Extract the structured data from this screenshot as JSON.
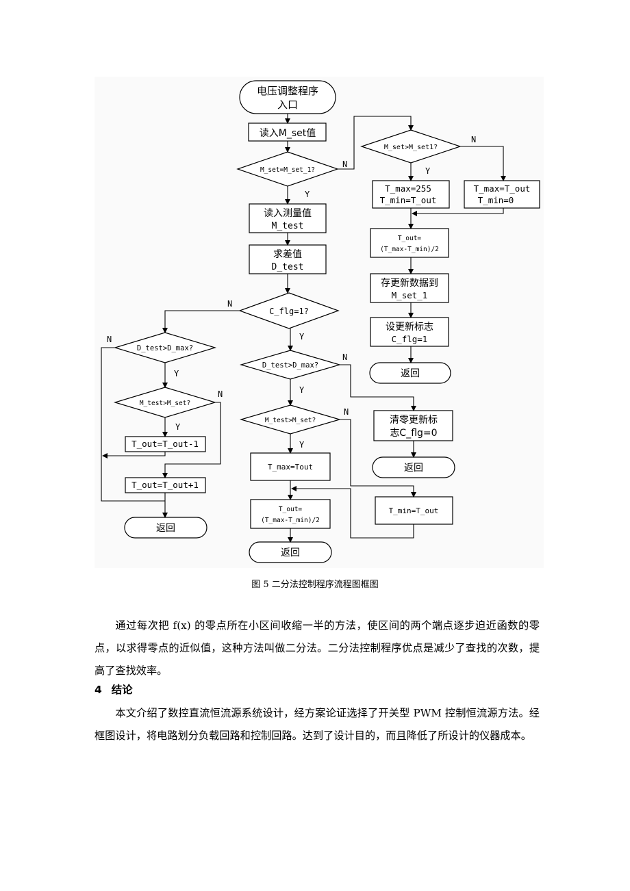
{
  "figure": {
    "caption": "图 5 二分法控制程序流程图框图",
    "nodes": {
      "start_l1": "电压调整程序",
      "start_l2": "入口",
      "read_mset": "读入M_set值",
      "cmp_mset": "M_set=M_set_1?",
      "read_test_l1": "读入测量值",
      "read_test_l2": "M_test",
      "diff_l1": "求差值",
      "diff_l2": "D_test",
      "cflg": "C_flg=1?",
      "l_dtest": "D_test>D_max?",
      "l_mtest": "M_test>M_set?",
      "l_dec": "T_out=T_out-1",
      "l_inc": "T_out=T_out+1",
      "l_ret": "返回",
      "c_dtest": "D_test>D_max?",
      "c_mtest": "M_test>M_set?",
      "c_tmax": "T_max=Tout",
      "c_tout_l1": "T_out=",
      "c_tout_l2": "(T_max-T_min)/2",
      "c_ret": "返回",
      "tmin_tout": "T_min=T_out",
      "clear_l1": "清零更新标",
      "clear_l2": "志C_flg=0",
      "clear_ret": "返回",
      "r_cmp": "M_set>M_set1?",
      "r_y_l1": "T_max=255",
      "r_y_l2": "T_min=T_out",
      "r_n_l1": "T_max=T_out",
      "r_n_l2": "T_min=0",
      "r_tout_l1": "T_out=",
      "r_tout_l2": "(T_max-T_min)/2",
      "r_store_l1": "存更新数据到",
      "r_store_l2": "M_set_1",
      "r_flag_l1": "设更新标志",
      "r_flag_l2": "C_flg=1",
      "r_ret": "返回"
    },
    "labels": {
      "yes": "Y",
      "no": "N"
    }
  },
  "body": {
    "para1": "通过每次把 f(x) 的零点所在小区间收缩一半的方法，使区间的两个端点逐步迫近函数的零点，以求得零点的近似值，这种方法叫做二分法。二分法控制程序优点是减少了查找的次数，提高了查找效率。",
    "section_number": "4",
    "section_title": "结论",
    "para2": "本文介绍了数控直流恒流源系统设计，经方案论证选择了开关型 PWM 控制恒流源方法。经框图设计，将电路划分负载回路和控制回路。达到了设计目的，而且降低了所设计的仪器成本。"
  }
}
